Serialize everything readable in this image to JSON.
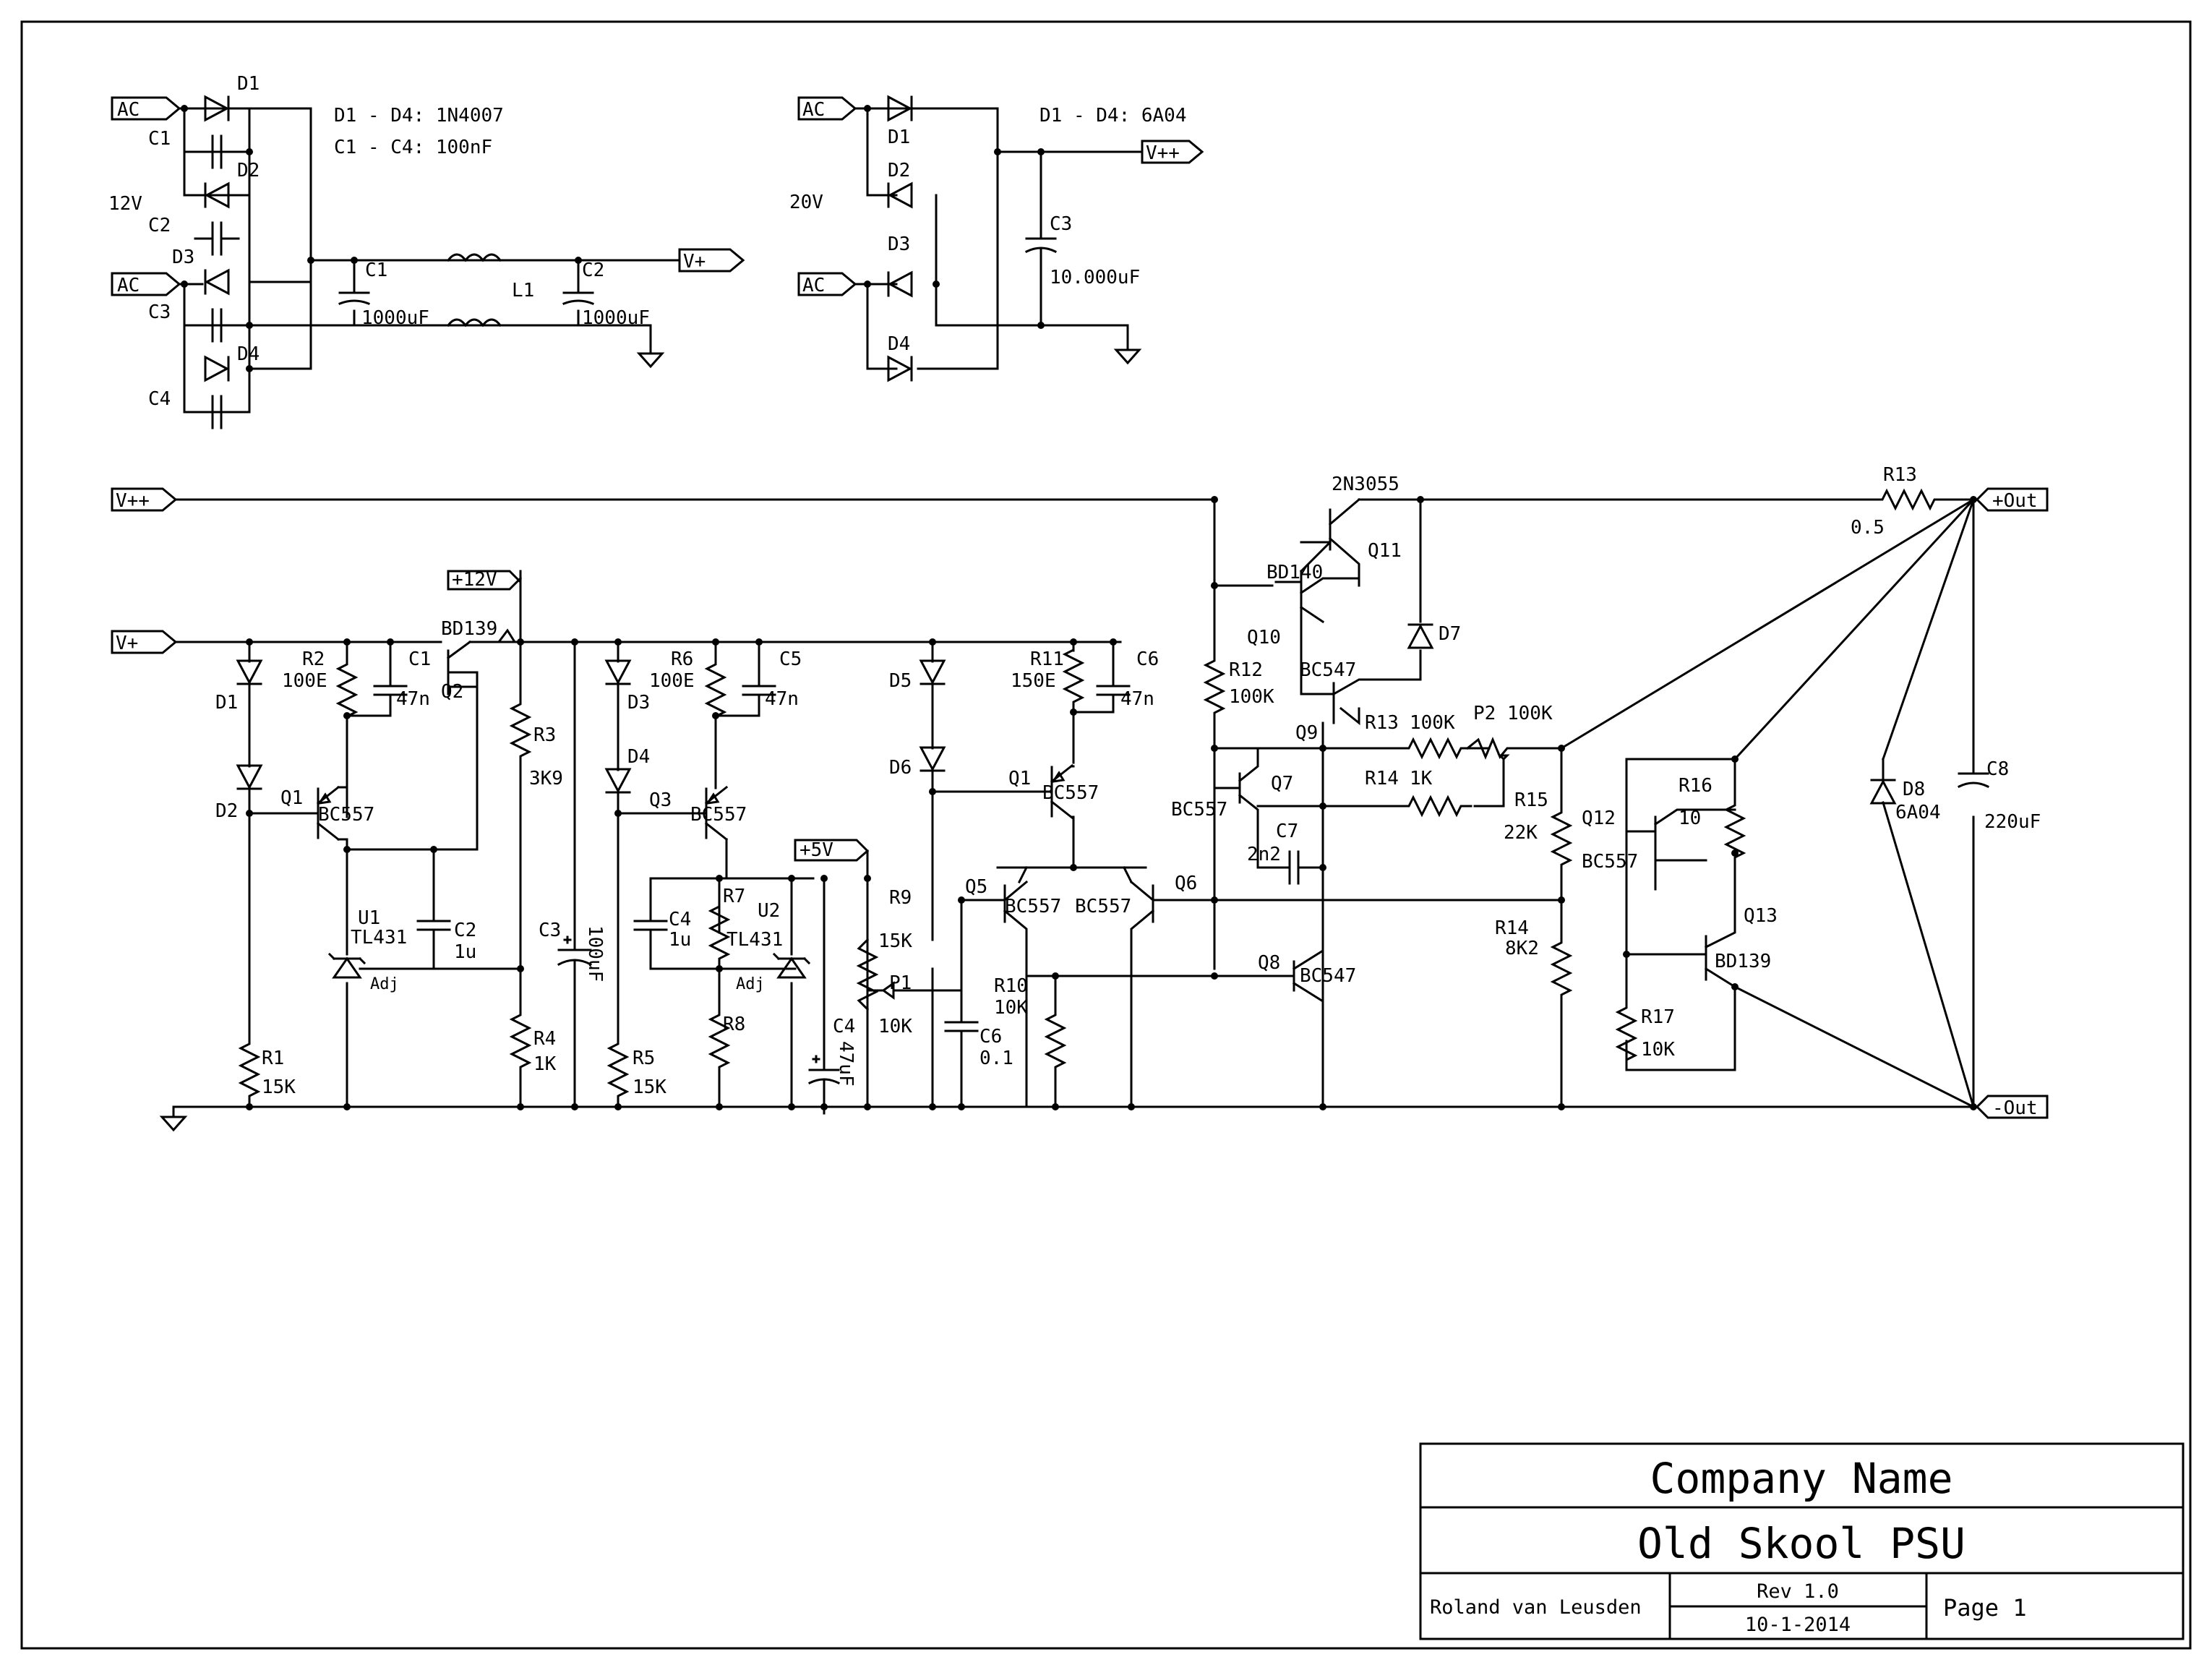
{
  "rectifier_12v": {
    "ac_top": "AC",
    "ac_bottom": "AC",
    "voltage": "12V",
    "diodes": [
      "D1",
      "D2",
      "D3",
      "D4"
    ],
    "caps": [
      "C1",
      "C2",
      "C3",
      "C4"
    ],
    "note_diodes": "D1 - D4: 1N4007",
    "note_caps": "C1 - C4: 100nF",
    "c1": "C1",
    "c1_val": "1000uF",
    "c2": "C2",
    "c2_val": "1000uF",
    "l1": "L1",
    "out": "V+"
  },
  "rectifier_20v": {
    "ac_top": "AC",
    "ac_bottom": "AC",
    "voltage": "20V",
    "diodes": [
      "D1",
      "D2",
      "D3",
      "D4"
    ],
    "note_diodes": "D1 - D4: 6A04",
    "c3": "C3",
    "c3_val": "10.000uF",
    "out": "V++"
  },
  "regulator": {
    "vpp": "V++",
    "vp": "V+",
    "p12": "+12V",
    "p5": "+5V",
    "pout": "+Out",
    "nout": "-Out",
    "stage1": {
      "d1": "D1",
      "d2": "D2",
      "r2": "R2",
      "r2_val": "100E",
      "c1": "C1",
      "c1_val": "47n",
      "q2": "Q2",
      "q2_type": "BD139",
      "q1": "Q1",
      "q1_type": "BC557",
      "u1": "U1",
      "u1_type": "TL431",
      "adj": "Adj",
      "c2": "C2",
      "c2_val": "1u",
      "r3": "R3",
      "r3_val": "3K9",
      "c3": "C3",
      "c3_val": "100uF",
      "r4": "R4",
      "r4_val": "1K",
      "r1": "R1",
      "r1_val": "15K"
    },
    "stage2": {
      "d3": "D3",
      "d4": "D4",
      "r6": "R6",
      "r6_val": "100E",
      "c5": "C5",
      "c5_val": "47n",
      "q3": "Q3",
      "q3_type": "BC557",
      "c4": "C4",
      "c4_val": "1u",
      "r7": "R7",
      "u2": "U2",
      "u2_type": "TL431",
      "adj": "Adj",
      "r8": "R8",
      "r5": "R5",
      "r5_val": "15K",
      "c4b": "C4",
      "c4b_val": "47uF"
    },
    "stage3": {
      "d5": "D5",
      "d6": "D6",
      "r11": "R11",
      "r11_val": "150E",
      "c6": "C6",
      "c6_val": "47n",
      "q1": "Q1",
      "q1_type": "BC557",
      "r9": "R9",
      "r9_val": "15K",
      "p1": "P1",
      "p1_val": "10K",
      "q5": "Q5",
      "q5_type": "BC557",
      "q6": "Q6",
      "q6_type": "BC557",
      "r10": "R10",
      "r10_val": "10K",
      "c6b": "C6",
      "c6b_val": "0.1"
    },
    "stage4": {
      "q11": "Q11",
      "q11_type": "2N3055",
      "q10": "Q10",
      "q10_type": "BD140",
      "d7": "D7",
      "r12": "R12",
      "r12_val": "100K",
      "q9": "Q9",
      "q9_type": "BC547",
      "r13": "R13",
      "r13_val": "100K",
      "p2": "P2",
      "p2_val": "100K",
      "r14": "R14",
      "r14_val": "1K",
      "q7": "Q7",
      "q7_type": "BC557",
      "c7": "C7",
      "c7_val": "2n2",
      "q8": "Q8",
      "q8_type": "BC547"
    },
    "stage5": {
      "r13": "R13",
      "r13_val": "0.5",
      "r15": "R15",
      "r15_val": "22K",
      "r14": "R14",
      "r14_val": "8K2",
      "q12": "Q12",
      "q12_type": "BC557",
      "r16": "R16",
      "r16_val": "10",
      "q13": "Q13",
      "q13_type": "BD139",
      "r17": "R17",
      "r17_val": "10K",
      "d8": "D8",
      "d8_type": "6A04",
      "c8": "C8",
      "c8_val": "220uF"
    }
  },
  "title_block": {
    "company": "Company Name",
    "title": "Old Skool PSU",
    "author": "Roland van Leusden",
    "rev": "Rev 1.0",
    "date": "10-1-2014",
    "page": "Page 1"
  }
}
